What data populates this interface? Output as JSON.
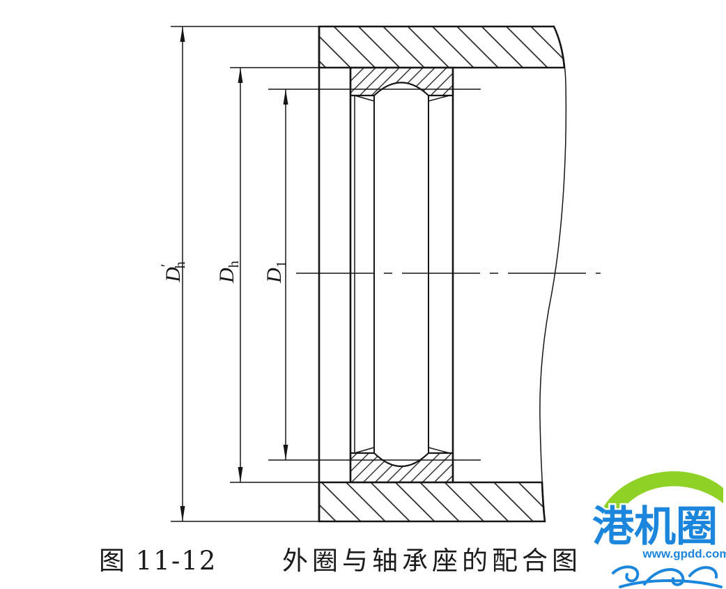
{
  "figure": {
    "labels": {
      "housing_outer": {
        "base": "D",
        "prime": "′",
        "sub": "h"
      },
      "ring_outer": {
        "base": "D",
        "sub": "h"
      },
      "raceway": {
        "base": "D",
        "sub": "1"
      }
    },
    "caption": {
      "number": "图 11-12",
      "title": "外圈与轴承座的配合图"
    },
    "colors": {
      "line": "#151515",
      "background": "#ffffff"
    }
  },
  "watermark": {
    "brand": "港机圈",
    "url": "www.gpdd.com",
    "colors": {
      "green": "#8fd126",
      "blue": "#1b86dc"
    }
  }
}
